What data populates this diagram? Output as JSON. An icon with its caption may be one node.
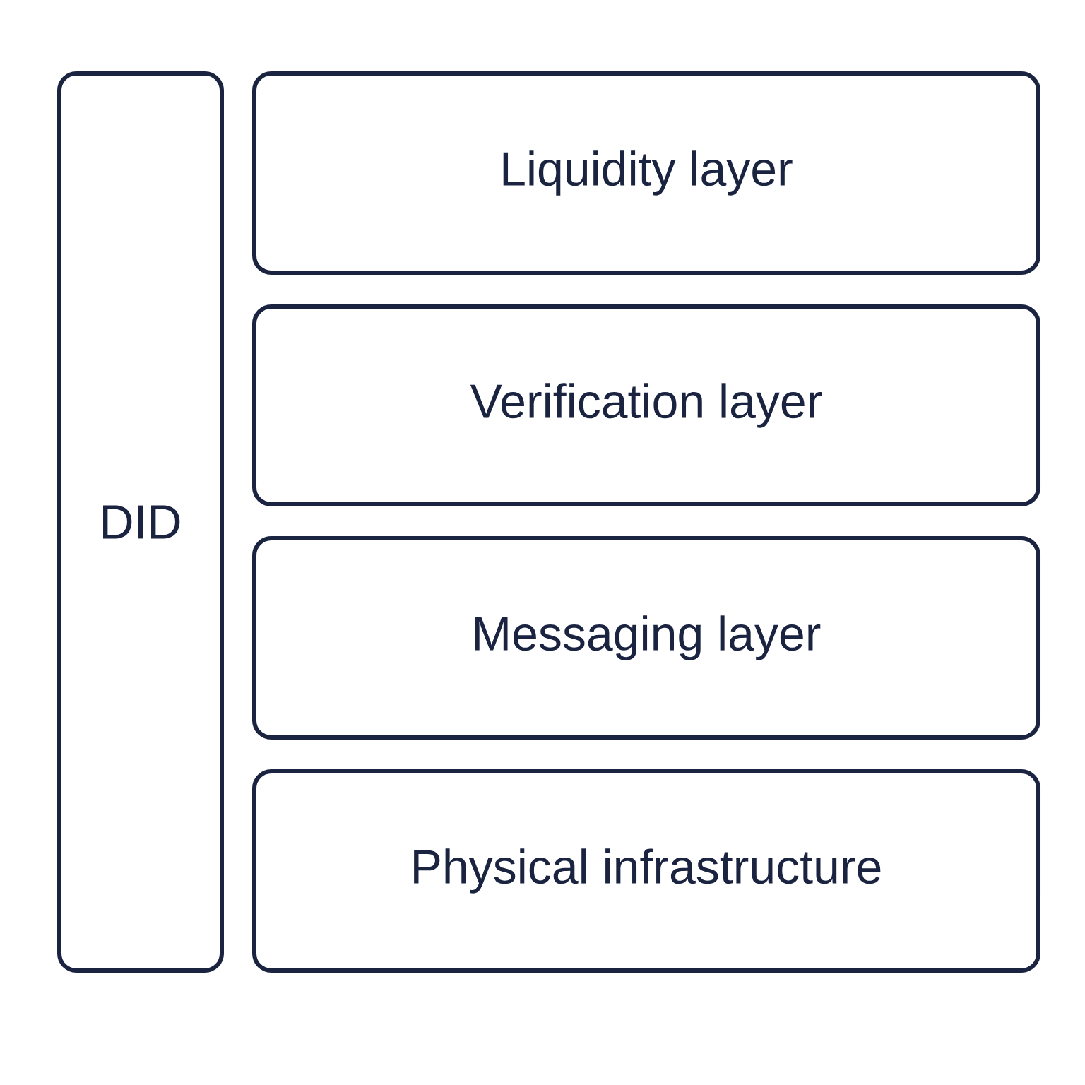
{
  "diagram": {
    "nodes": [
      {
        "text": [
          "DID"
        ]
      },
      {
        "text": [
          "Liquidity layer"
        ]
      },
      {
        "text": [
          "Verification layer"
        ]
      },
      {
        "text": [
          "Messaging layer"
        ]
      },
      {
        "text": [
          "Physical infrastructure"
        ]
      }
    ]
  }
}
